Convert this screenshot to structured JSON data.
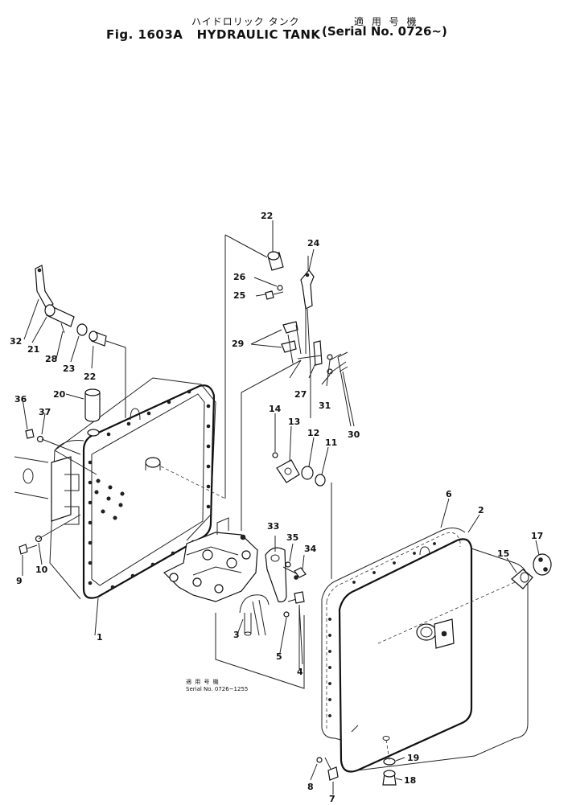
{
  "header": {
    "title_jp": "ハイドロリック タンク",
    "applicable_jp": "適 用 号 機",
    "figure": "Fig. 1603A",
    "title": "HYDRAULIC TANK",
    "serial": "Serial No. 0726~"
  },
  "subnote": {
    "applicable_jp": "適 用 号 機",
    "serial": "Serial No. 0726~1255"
  },
  "callouts": [
    "1",
    "2",
    "3",
    "4",
    "5",
    "6",
    "7",
    "8",
    "9",
    "10",
    "11",
    "12",
    "13",
    "14",
    "15",
    "17",
    "18",
    "19",
    "20",
    "21",
    "22",
    "22",
    "23",
    "24",
    "25",
    "26",
    "27",
    "28",
    "29",
    "30",
    "31",
    "32",
    "33",
    "34",
    "35",
    "36",
    "37"
  ]
}
